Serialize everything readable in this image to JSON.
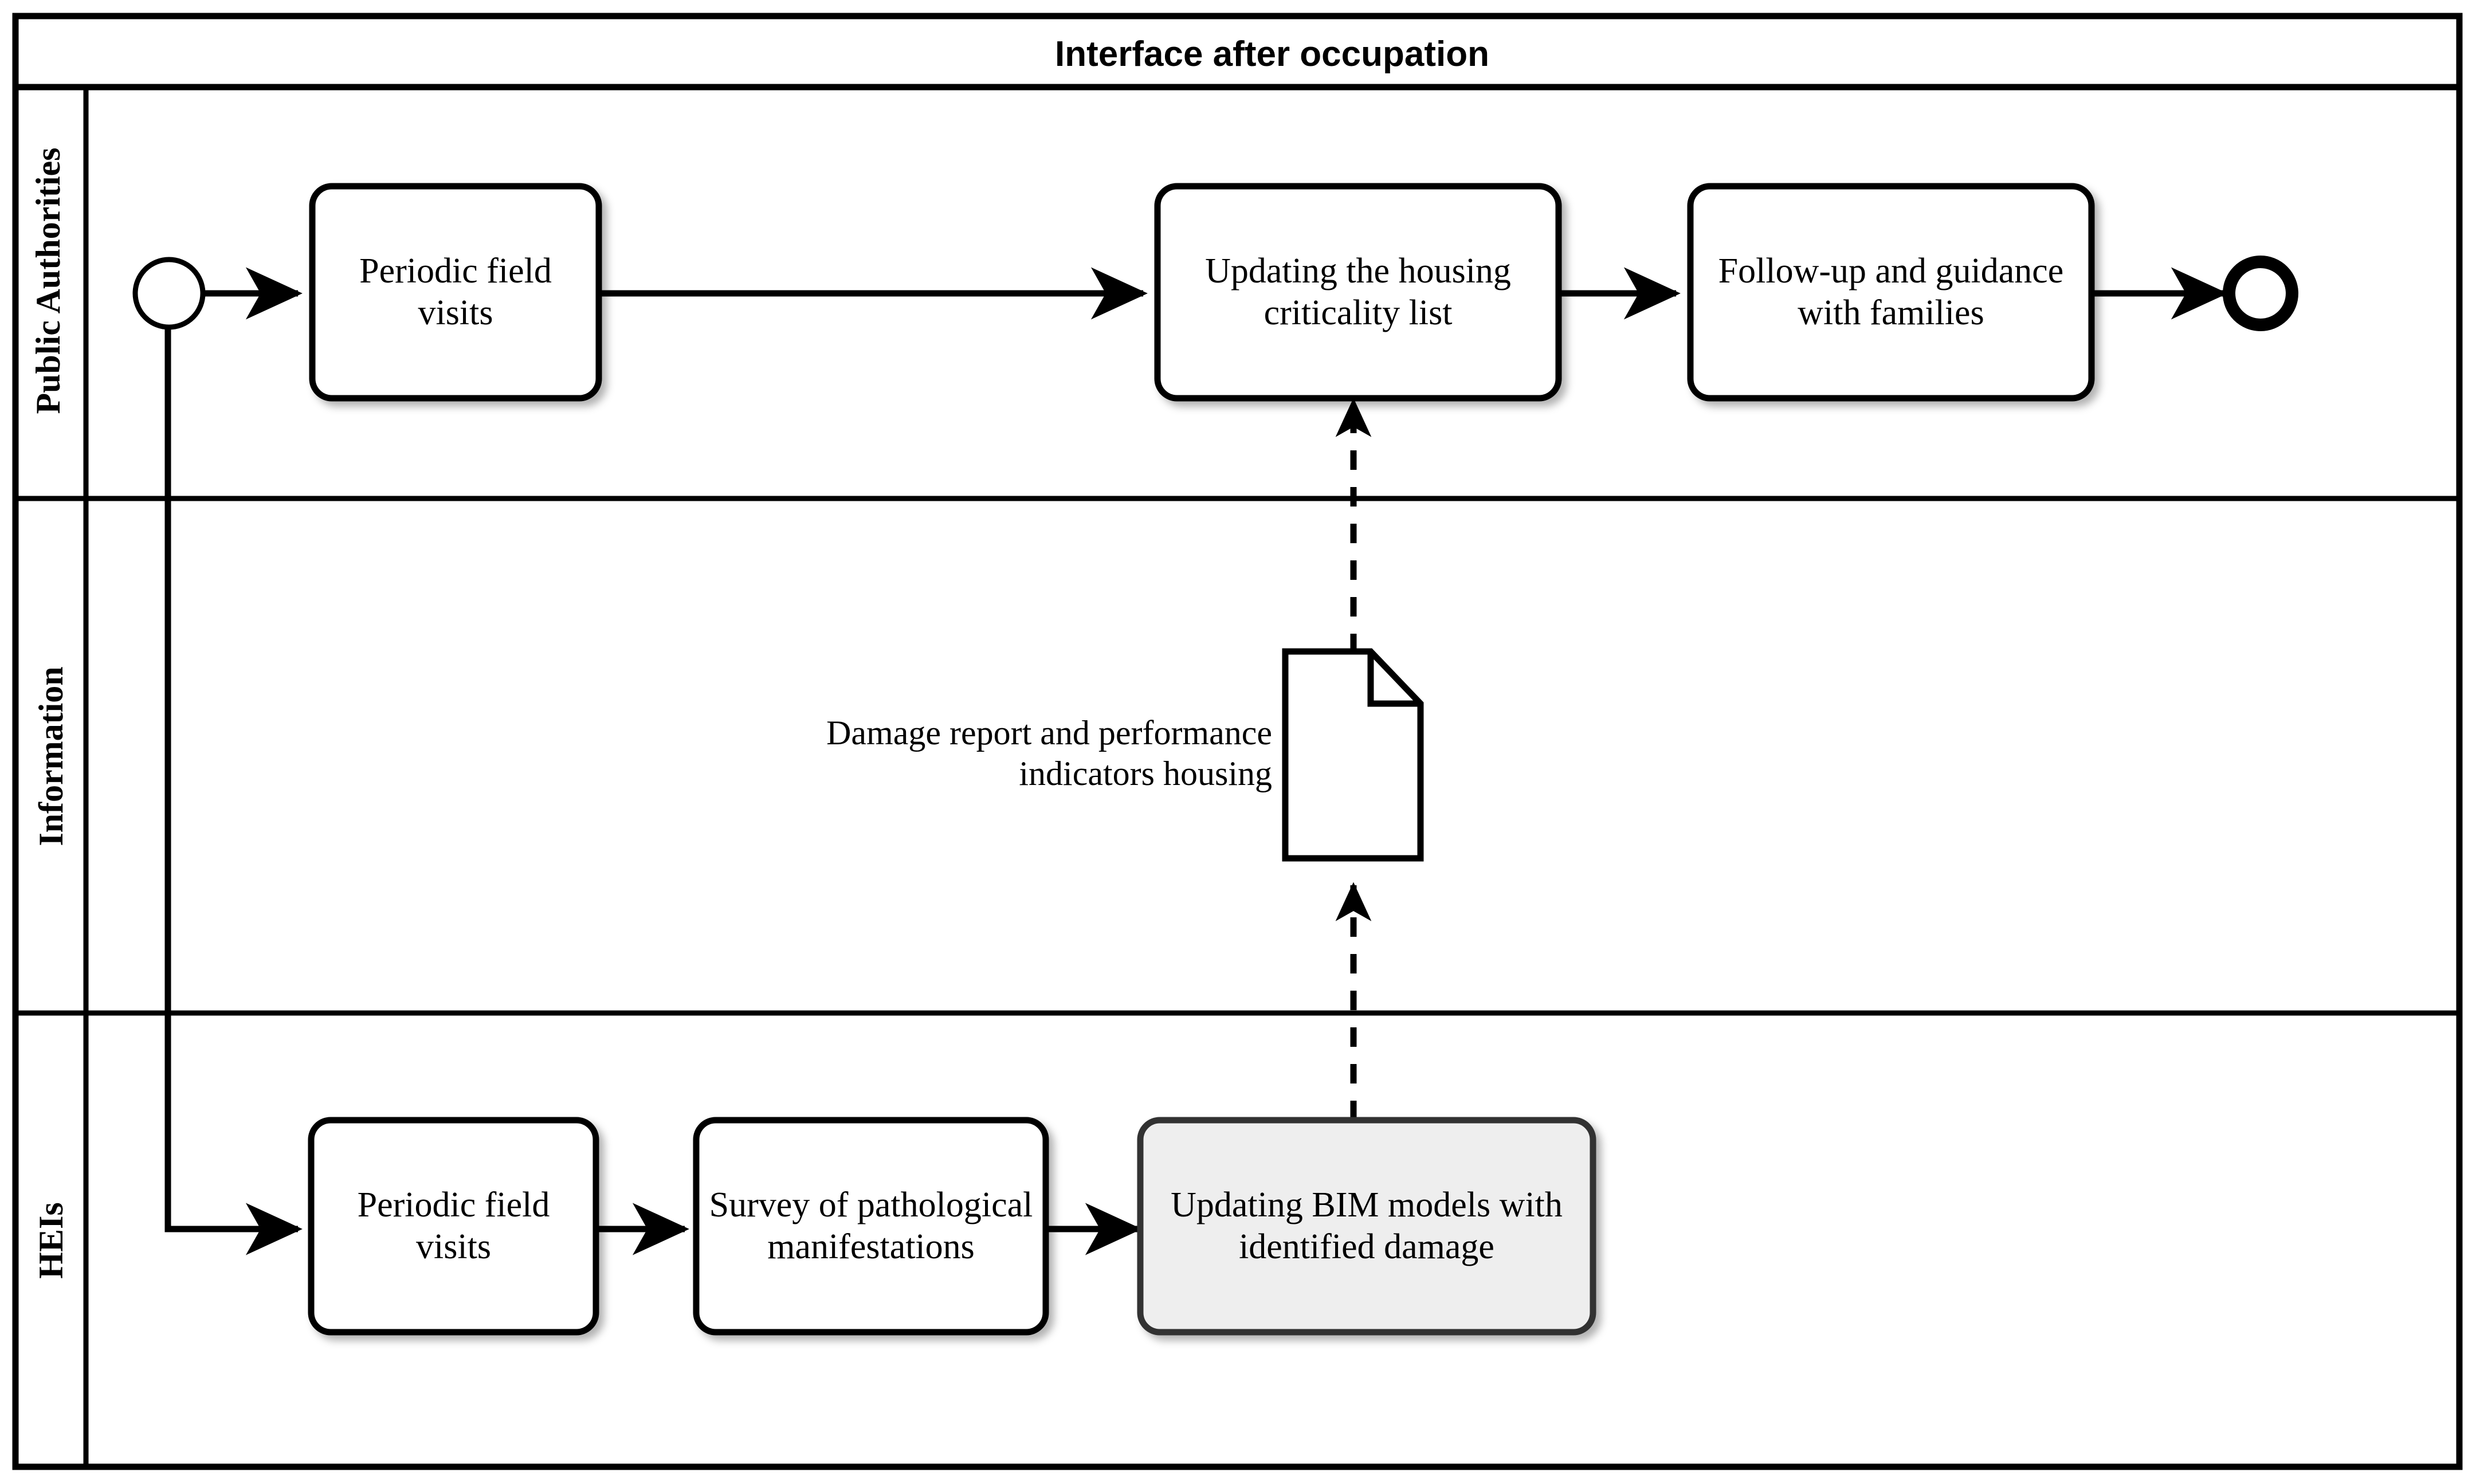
{
  "diagram": {
    "title": "Interface after occupation",
    "type": "bpmn-pool",
    "colors": {
      "stroke": "#000000",
      "task_fill": "#ffffff",
      "highlight_fill": "#eeeeee",
      "highlight_stroke": "#333333",
      "background": "#ffffff"
    }
  },
  "lanes": [
    {
      "id": "lane-public-authorities",
      "label": "Public Authorities"
    },
    {
      "id": "lane-information",
      "label": "Information"
    },
    {
      "id": "lane-heis",
      "label": "HEIs"
    }
  ],
  "events": [
    {
      "id": "start-event",
      "kind": "start",
      "lane": "lane-public-authorities",
      "label": ""
    },
    {
      "id": "end-event",
      "kind": "end",
      "lane": "lane-public-authorities",
      "label": ""
    }
  ],
  "tasks": [
    {
      "id": "task-pa-periodic-field-visits",
      "lane": "lane-public-authorities",
      "label": "Periodic field visits",
      "highlighted": false
    },
    {
      "id": "task-pa-updating-criticality-list",
      "lane": "lane-public-authorities",
      "label": "Updating the housing criticality list",
      "highlighted": false
    },
    {
      "id": "task-pa-follow-up-families",
      "lane": "lane-public-authorities",
      "label": "Follow-up and guidance with families",
      "highlighted": false
    },
    {
      "id": "task-heis-periodic-field-visits",
      "lane": "lane-heis",
      "label": "Periodic field visits",
      "highlighted": false
    },
    {
      "id": "task-heis-survey-pathological",
      "lane": "lane-heis",
      "label": "Survey of pathological manifestations",
      "highlighted": false
    },
    {
      "id": "task-heis-updating-bim-models",
      "lane": "lane-heis",
      "label": "Updating BIM models with identified damage",
      "highlighted": true
    }
  ],
  "data_objects": [
    {
      "id": "data-object-damage-report",
      "lane": "lane-information",
      "label": "Damage report and performance indicators housing",
      "icon": "document-icon"
    }
  ],
  "flows": [
    {
      "id": "flow-start-to-pa-visits",
      "kind": "sequence",
      "from": "start-event",
      "to": "task-pa-periodic-field-visits"
    },
    {
      "id": "flow-pa-visits-to-criticality",
      "kind": "sequence",
      "from": "task-pa-periodic-field-visits",
      "to": "task-pa-updating-criticality-list"
    },
    {
      "id": "flow-criticality-to-follow-up",
      "kind": "sequence",
      "from": "task-pa-updating-criticality-list",
      "to": "task-pa-follow-up-families"
    },
    {
      "id": "flow-follow-up-to-end",
      "kind": "sequence",
      "from": "task-pa-follow-up-families",
      "to": "end-event"
    },
    {
      "id": "flow-start-to-heis-visits",
      "kind": "sequence",
      "from": "start-event",
      "to": "task-heis-periodic-field-visits"
    },
    {
      "id": "flow-heis-visits-to-survey",
      "kind": "sequence",
      "from": "task-heis-periodic-field-visits",
      "to": "task-heis-survey-pathological"
    },
    {
      "id": "flow-survey-to-bim",
      "kind": "sequence",
      "from": "task-heis-survey-pathological",
      "to": "task-heis-updating-bim-models"
    },
    {
      "id": "assoc-bim-to-data-object",
      "kind": "association-dashed",
      "from": "task-heis-updating-bim-models",
      "to": "data-object-damage-report"
    },
    {
      "id": "assoc-data-object-to-criticality",
      "kind": "association-dashed",
      "from": "data-object-damage-report",
      "to": "task-pa-updating-criticality-list"
    }
  ]
}
